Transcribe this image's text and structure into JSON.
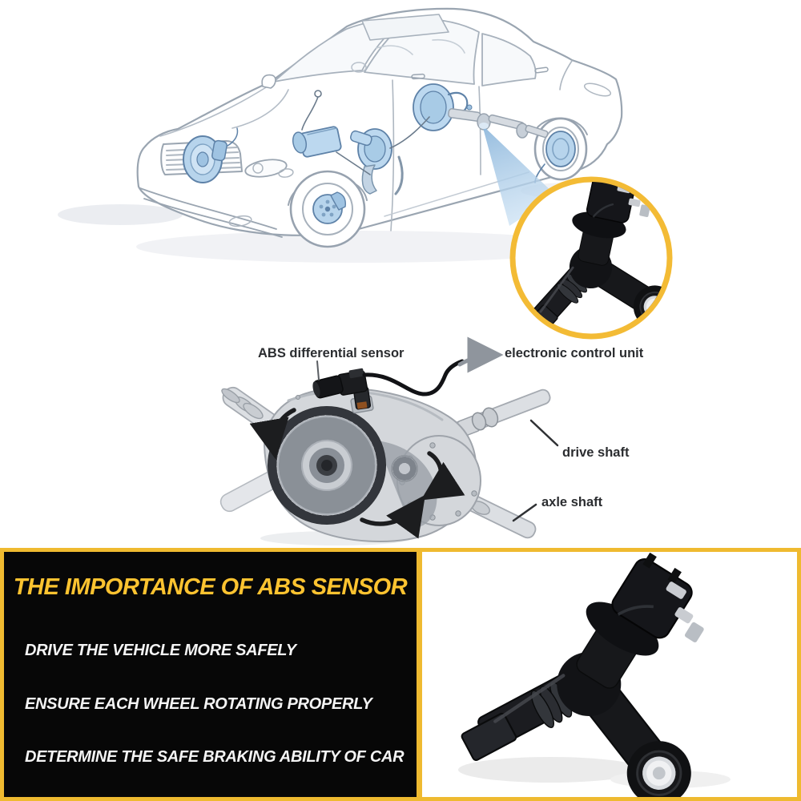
{
  "diagram": {
    "labels": {
      "sensor": "ABS differential sensor",
      "ecu": "electronic control unit",
      "drive_shaft": "drive shaft",
      "axle_shaft": "axle shaft"
    }
  },
  "info_panel": {
    "title": "THE IMPORTANCE OF ABS SENSOR",
    "bullets": [
      "DRIVE THE VEHICLE MORE SAFELY",
      "ENSURE EACH WHEEL ROTATING PROPERLY",
      "DETERMINE THE SAFE BRAKING ABILITY OF CAR"
    ]
  },
  "colors": {
    "accent_yellow": "#efba30",
    "title_yellow": "#fdc330",
    "panel_black": "#070707",
    "beam_blue": "#aecfe9",
    "component_blue": "#b7d4ec",
    "line_gray": "#97a2af"
  },
  "icons": {
    "magnifier_beam": "beam-highlight",
    "rotation_arrows": "rotation-arrows",
    "ecu_arrow": "arrow-right"
  }
}
